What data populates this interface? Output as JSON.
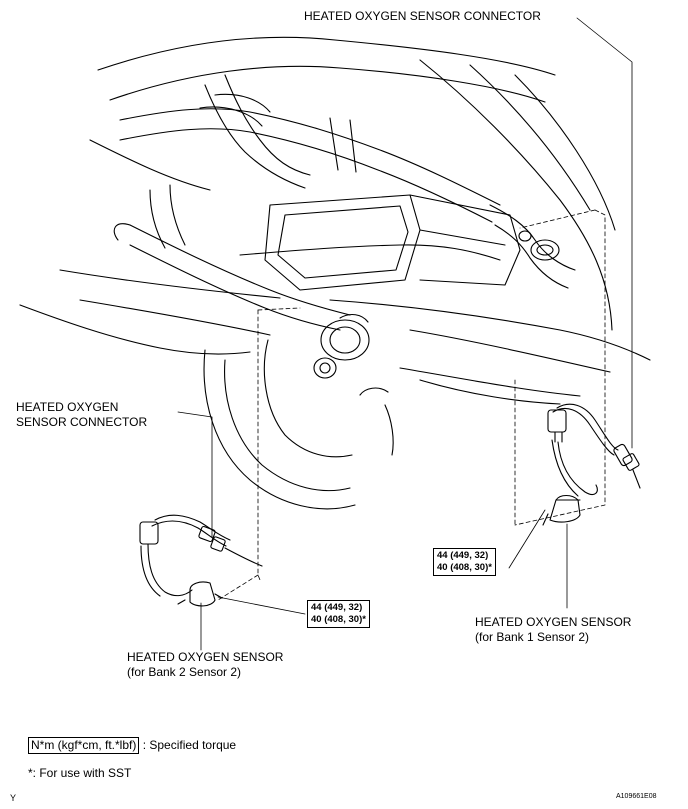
{
  "labels": {
    "connector_top": "HEATED OXYGEN SENSOR CONNECTOR",
    "connector_left_line1": "HEATED OXYGEN",
    "connector_left_line2": "SENSOR CONNECTOR",
    "sensor_bank2_line1": "HEATED OXYGEN SENSOR",
    "sensor_bank2_line2": "(for Bank 2 Sensor 2)",
    "sensor_bank1_line1": "HEATED OXYGEN SENSOR",
    "sensor_bank1_line2": "(for Bank 1 Sensor 2)"
  },
  "torque": {
    "bank1_line1": "44 (449, 32)",
    "bank1_line2": "40 (408, 30)*",
    "bank2_line1": "44 (449, 32)",
    "bank2_line2": "40 (408, 30)*"
  },
  "legend": {
    "unit": "N*m (kgf*cm, ft.*lbf)",
    "unit_desc": ": Specified torque",
    "note": "*: For use with SST"
  },
  "footer": {
    "left_mark": "Y",
    "figure_id": "A109661E08"
  }
}
